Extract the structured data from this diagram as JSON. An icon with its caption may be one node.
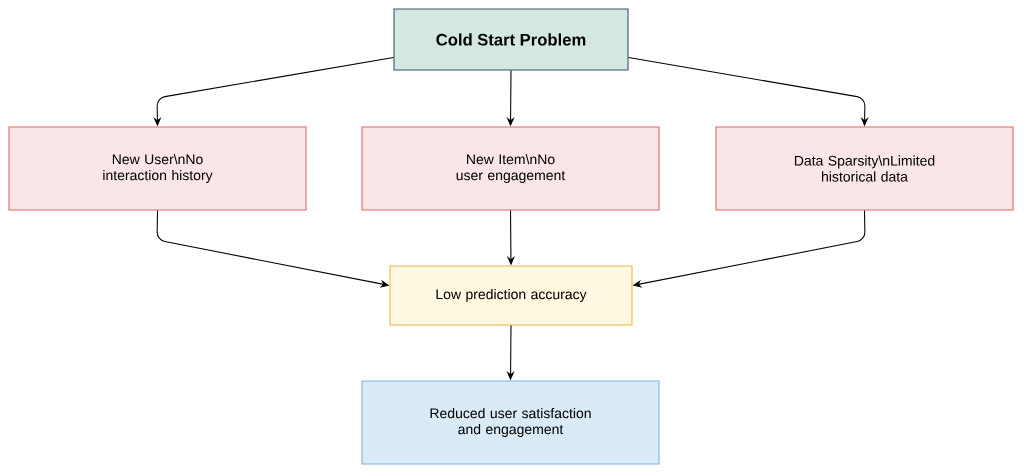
{
  "diagram": {
    "nodes": [
      {
        "text": [
          "Cold Start Problem"
        ]
      },
      {
        "text": [
          "New User\\nNo interaction history"
        ]
      },
      {
        "text": [
          "New Item\\nNo user engagement"
        ]
      },
      {
        "text": [
          "Data Sparsity\\nLimited historical data"
        ]
      },
      {
        "text": [
          "Low prediction accuracy"
        ]
      },
      {
        "text": [
          "Reduced user satisfaction and engagement"
        ]
      }
    ],
    "edges": [
      {
        "from": 0,
        "to": 1,
        "arrow": "to"
      },
      {
        "from": 0,
        "to": 2,
        "arrow": "to"
      },
      {
        "from": 0,
        "to": 3,
        "arrow": "to"
      },
      {
        "from": 1,
        "to": 4,
        "arrow": "to"
      },
      {
        "from": 2,
        "to": 4,
        "arrow": "to"
      },
      {
        "from": 3,
        "to": 4,
        "arrow": "to"
      },
      {
        "from": 4,
        "to": 5,
        "arrow": "to"
      }
    ]
  }
}
